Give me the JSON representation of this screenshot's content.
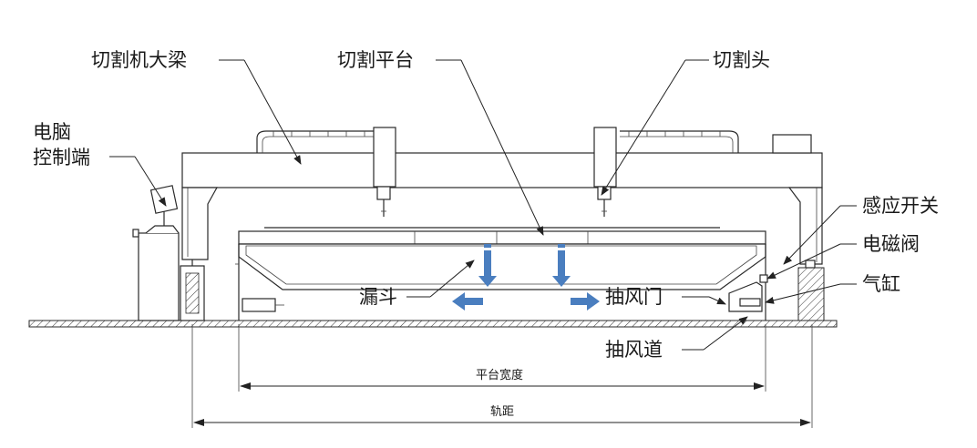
{
  "labels": {
    "beam": "切割机大梁",
    "platform": "切割平台",
    "head": "切割头",
    "computer_l1": "电脑",
    "computer_l2": "控制端",
    "sensor": "感应开关",
    "solenoid": "电磁阀",
    "cylinder": "气缸",
    "hopper": "漏斗",
    "damper": "抽风门",
    "duct": "抽风道"
  },
  "dimensions": {
    "platform_width": "平台宽度",
    "track_gauge": "轨距"
  },
  "colors": {
    "airflow_arrow": "#4a7ebf",
    "line": "#2a2a2a"
  }
}
